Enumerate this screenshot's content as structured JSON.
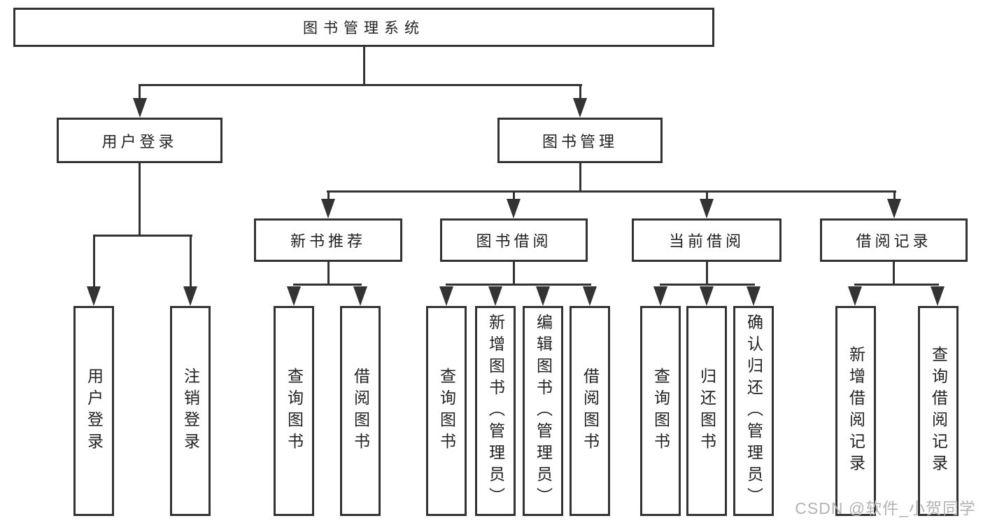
{
  "nodes": {
    "root": "图书管理系统",
    "user_login": "用户登录",
    "book_mgmt": "图书管理",
    "new_book_rec": "新书推荐",
    "book_borrow": "图书借阅",
    "current_borrow": "当前借阅",
    "borrow_records": "借阅记录",
    "user_login_children": [
      "用户登录",
      "注销登录"
    ],
    "new_book_rec_children": [
      "查询图书",
      "借阅图书"
    ],
    "book_borrow_children": [
      "查询图书",
      "新增图书（管理员）",
      "编辑图书（管理员）",
      "借阅图书"
    ],
    "current_borrow_children": [
      "查询图书",
      "归还图书",
      "确认归还（管理员）"
    ],
    "borrow_records_children": [
      "新增借阅记录",
      "查询借阅记录"
    ]
  },
  "watermark": "CSDN @软件_小贺同学",
  "colors": {
    "line": "#333333",
    "text": "#222222",
    "watermark": "#b3b3b3",
    "background": "#ffffff"
  }
}
